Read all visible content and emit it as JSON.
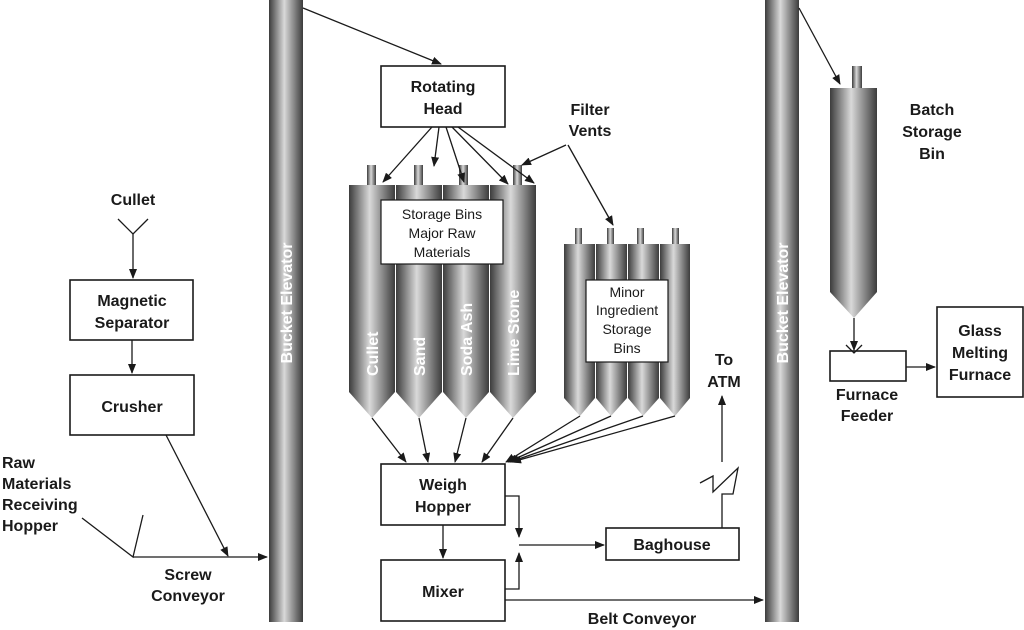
{
  "colors": {
    "steel_dark": "#3c3c3c",
    "steel_light": "#d9d9d9",
    "line": "#1a1a1a",
    "background": "#ffffff"
  },
  "labels": {
    "rotating_head": [
      "Rotating",
      "Head"
    ],
    "filter_vents": [
      "Filter",
      "Vents"
    ],
    "batch_storage_bin": [
      "Batch",
      "Storage",
      "Bin"
    ],
    "cullet_input": "Cullet",
    "magnetic_separator": [
      "Magnetic",
      "Separator"
    ],
    "crusher": "Crusher",
    "raw_materials_hopper": [
      "Raw",
      "Materials",
      "Receiving",
      "Hopper"
    ],
    "screw_conveyor": [
      "Screw",
      "Conveyor"
    ],
    "bucket_elevator_left": "Bucket Elevator",
    "bucket_elevator_right": "Bucket Elevator",
    "storage_bins_major": [
      "Storage Bins",
      "Major Raw",
      "Materials"
    ],
    "minor_bins": [
      "Minor",
      "Ingredient",
      "Storage",
      "Bins"
    ],
    "silos": [
      "Cullet",
      "Sand",
      "Soda Ash",
      "Lime Stone"
    ],
    "to_atm": [
      "To",
      "ATM"
    ],
    "weigh_hopper": [
      "Weigh",
      "Hopper"
    ],
    "mixer": "Mixer",
    "baghouse": "Baghouse",
    "belt_conveyor": "Belt Conveyor",
    "furnace_feeder": [
      "Furnace",
      "Feeder"
    ],
    "glass_melting_furnace": [
      "Glass",
      "Melting",
      "Furnace"
    ]
  }
}
